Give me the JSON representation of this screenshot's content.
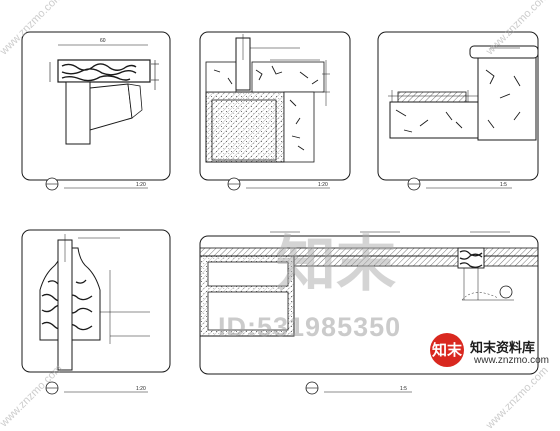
{
  "details": [
    {
      "id": "detail-1",
      "number": "",
      "title": "",
      "scale": "1:20",
      "callouts": []
    },
    {
      "id": "detail-2",
      "number": "",
      "title": "",
      "scale": "1:20",
      "callouts": [
        "",
        ""
      ]
    },
    {
      "id": "detail-3",
      "number": "",
      "title": "",
      "scale": "1:5",
      "callouts": [
        ""
      ]
    },
    {
      "id": "detail-4",
      "number": "",
      "title": "",
      "scale": "1:20",
      "callouts": [
        "",
        "",
        ""
      ]
    },
    {
      "id": "detail-5",
      "number": "",
      "title": "",
      "scale": "1:5",
      "callouts": [
        "",
        "",
        ""
      ],
      "bubble": ""
    }
  ],
  "dimension_text": "60",
  "watermark": {
    "logo_text": "知末",
    "id_text": "ID:531985350",
    "edge_text": "www.znzmo.com"
  },
  "brand": {
    "logo": "知末",
    "name": "知末资料库",
    "url": "www.znzmo.com"
  },
  "colors": {
    "line": "#1a1a1a",
    "hatch": "#555555",
    "watermark": "#aaaaaa",
    "brand_red": "#d9281f"
  }
}
